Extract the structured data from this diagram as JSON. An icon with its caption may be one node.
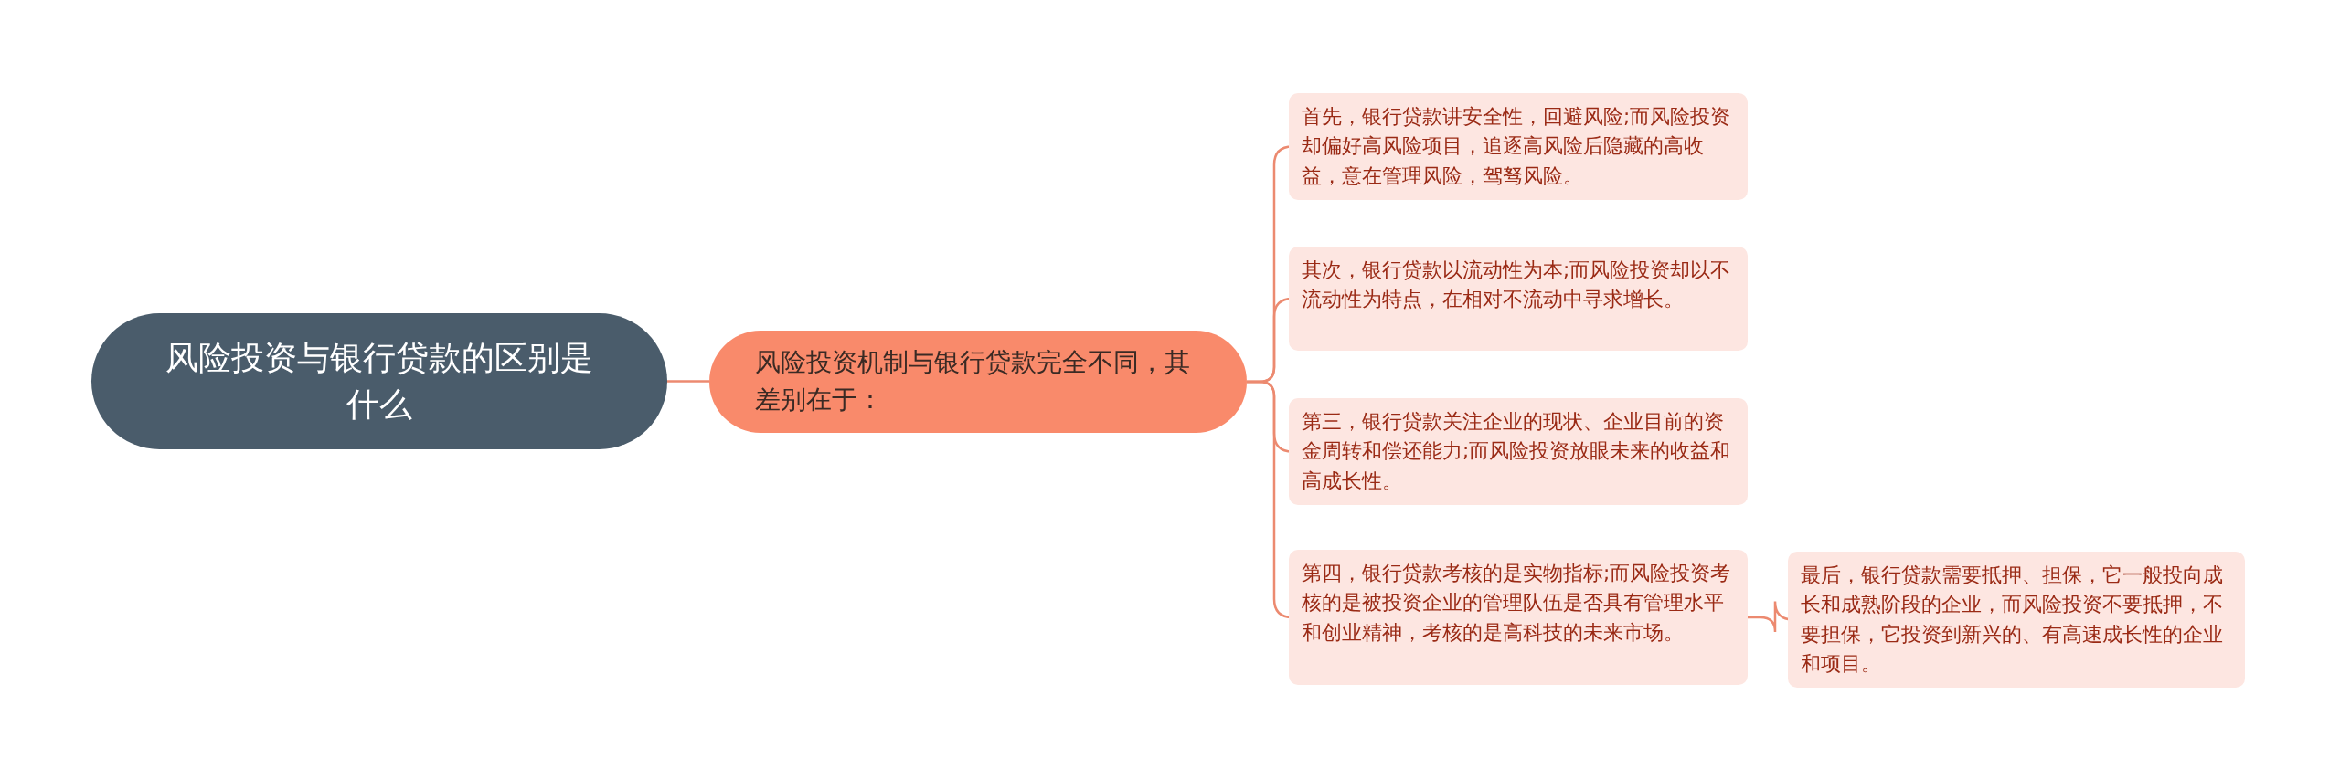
{
  "diagram": {
    "nodes": [
      {
        "text": [
          "风险投资与银行贷款的区别是什么"
        ]
      },
      {
        "text": [
          "风险投资机制与银行贷款完全不同，其差别在于："
        ]
      },
      {
        "text": [
          "首先，银行贷款讲安全性，回避风险;而风险投资却偏好高风险项目，追逐高风险后隐藏的高收益，意在管理风险，驾驽风险。"
        ]
      },
      {
        "text": [
          "其次，银行贷款以流动性为本;而风险投资却以不流动性为特点，在相对不流动中寻求增长。"
        ]
      },
      {
        "text": [
          "第三，银行贷款关注企业的现状、企业目前的资金周转和偿还能力;而风险投资放眼未来的收益和高成长性。"
        ]
      },
      {
        "text": [
          "第四，银行贷款考核的是实物指标;而风险投资考核的是被投资企业的管理队伍是否具有管理水平和创业精神，考核的是高科技的未来市场。"
        ]
      },
      {
        "text": [
          "最后，银行贷款需要抵押、担保，它一般投向成长和成熟阶段的企业，而风险投资不要抵押，不要担保，它投资到新兴的、有高速成长性的企业和项目。"
        ]
      }
    ],
    "edges": [
      {
        "from": 0,
        "to": 1,
        "arrow": "none"
      },
      {
        "from": 1,
        "to": 2,
        "arrow": "none"
      },
      {
        "from": 1,
        "to": 3,
        "arrow": "none"
      },
      {
        "from": 1,
        "to": 4,
        "arrow": "none"
      },
      {
        "from": 1,
        "to": 5,
        "arrow": "none"
      },
      {
        "from": 5,
        "to": 6,
        "arrow": "none"
      }
    ]
  }
}
